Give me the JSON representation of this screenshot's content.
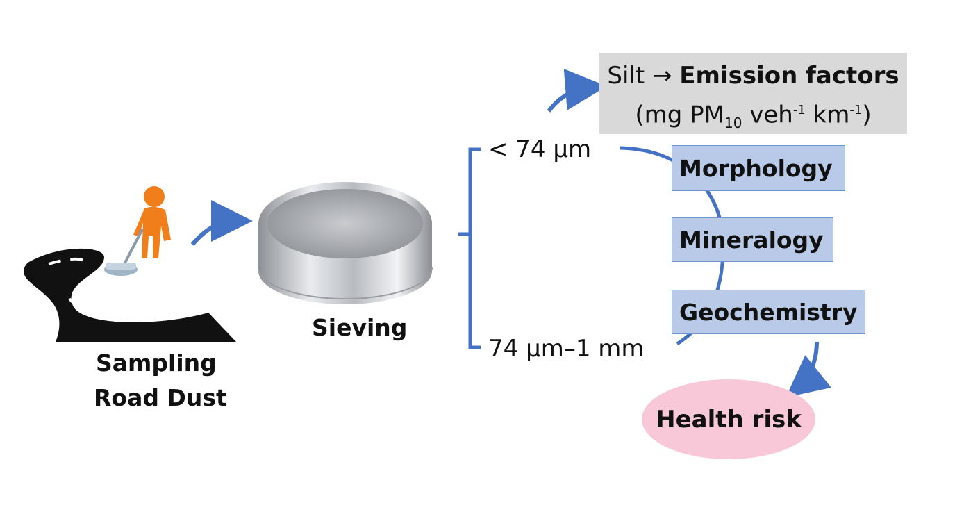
{
  "sampling": {
    "line1": "Sampling",
    "line2": "Road Dust"
  },
  "sieving": {
    "label": "Sieving"
  },
  "fractions": {
    "fine": "< 74 µm",
    "coarse": "74 µm–1 mm"
  },
  "emission": {
    "line1_prefix": "Silt",
    "arrow": "→",
    "line1_bold": "Emission factors",
    "line2_a": "(mg PM",
    "line2_sub": "10",
    "line2_b": " veh",
    "line2_sup1": "-1",
    "line2_c": " km",
    "line2_sup2": "-1",
    "line2_d": ")"
  },
  "analyses": [
    "Morphology",
    "Mineralogy",
    "Geochemistry"
  ],
  "outcome": {
    "label": "Health risk"
  },
  "colors": {
    "connector": "#4472c4",
    "analysis_box": "#b8cae8",
    "emission_box": "#d9d9d9",
    "health": "#f8c8d8",
    "person": "#f07e1a",
    "road": "#111111"
  },
  "icons": [
    "road-icon",
    "person-vacuum-icon",
    "sieve-icon"
  ]
}
